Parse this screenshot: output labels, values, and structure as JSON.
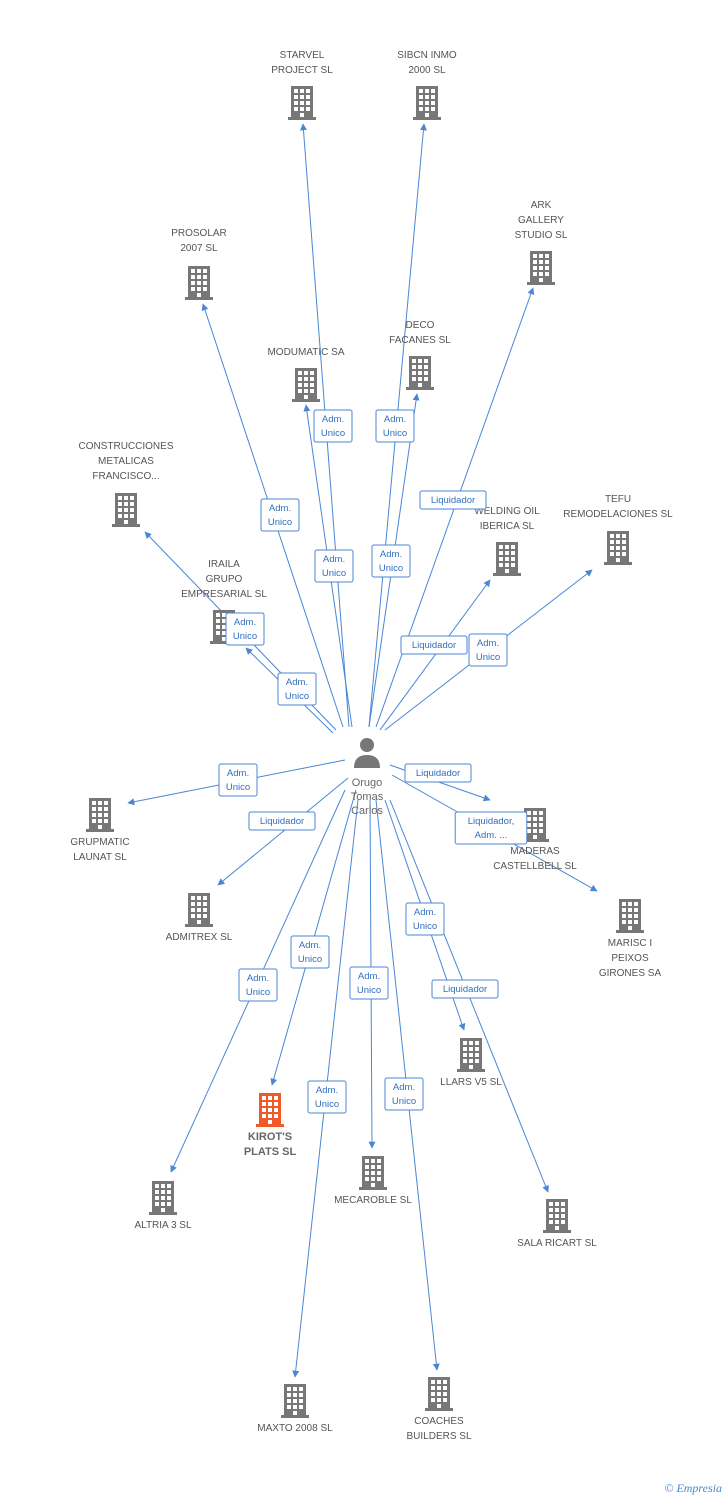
{
  "colors": {
    "edge": "#4a86d4",
    "building": "#777777",
    "building_highlight": "#f05a28",
    "person": "#777777"
  },
  "center": {
    "icon": "person-icon",
    "label_lines": [
      "Orugo",
      "Tomas",
      "Carlos"
    ]
  },
  "nodes": [
    {
      "id": "starvel",
      "label_lines": [
        "STARVEL",
        "PROJECT SL"
      ],
      "icon": "building-icon"
    },
    {
      "id": "sibcn",
      "label_lines": [
        "SIBCN INMO",
        "2000 SL"
      ],
      "icon": "building-icon"
    },
    {
      "id": "ark",
      "label_lines": [
        "ARK",
        "GALLERY",
        "STUDIO SL"
      ],
      "icon": "building-icon"
    },
    {
      "id": "prosolar",
      "label_lines": [
        "PROSOLAR",
        "2007 SL"
      ],
      "icon": "building-icon"
    },
    {
      "id": "modumatic",
      "label_lines": [
        "MODUMATIC SA"
      ],
      "icon": "building-icon"
    },
    {
      "id": "deco",
      "label_lines": [
        "DECO",
        "FACANES SL"
      ],
      "icon": "building-icon"
    },
    {
      "id": "construcciones",
      "label_lines": [
        "CONSTRUCCIONES",
        "METALICAS",
        "FRANCISCO..."
      ],
      "icon": "building-icon"
    },
    {
      "id": "welding",
      "label_lines": [
        "WELDING OIL",
        "IBERICA SL"
      ],
      "icon": "building-icon"
    },
    {
      "id": "tefu",
      "label_lines": [
        "TEFU",
        "REMODELACIONES SL"
      ],
      "icon": "building-icon"
    },
    {
      "id": "iraila",
      "label_lines": [
        "IRAILA",
        "GRUPO",
        "EMPRESARIAL SL"
      ],
      "icon": "building-icon"
    },
    {
      "id": "grupmatic",
      "label_lines": [
        "GRUPMATIC",
        "LAUNAT SL"
      ],
      "icon": "building-icon"
    },
    {
      "id": "maderas",
      "label_lines": [
        "MADERAS",
        "CASTELLBELL SL"
      ],
      "icon": "building-icon"
    },
    {
      "id": "marisc",
      "label_lines": [
        "MARISC I",
        "PEIXOS",
        "GIRONES SA"
      ],
      "icon": "building-icon"
    },
    {
      "id": "admitrex",
      "label_lines": [
        "ADMITREX SL"
      ],
      "icon": "building-icon"
    },
    {
      "id": "llars",
      "label_lines": [
        "LLARS V5 SL"
      ],
      "icon": "building-icon"
    },
    {
      "id": "kirots",
      "label_lines": [
        "KIROT'S",
        "PLATS SL"
      ],
      "icon": "building-icon",
      "highlight": true
    },
    {
      "id": "altria",
      "label_lines": [
        "ALTRIA 3 SL"
      ],
      "icon": "building-icon"
    },
    {
      "id": "mecaroble",
      "label_lines": [
        "MECAROBLE SL"
      ],
      "icon": "building-icon"
    },
    {
      "id": "sala",
      "label_lines": [
        "SALA RICART SL"
      ],
      "icon": "building-icon"
    },
    {
      "id": "maxto",
      "label_lines": [
        "MAXTO 2008 SL"
      ],
      "icon": "building-icon"
    },
    {
      "id": "coaches",
      "label_lines": [
        "COACHES",
        "BUILDERS SL"
      ],
      "icon": "building-icon"
    }
  ],
  "edges": [
    {
      "to": "starvel",
      "label_lines": [
        "Adm.",
        "Unico"
      ]
    },
    {
      "to": "sibcn",
      "label_lines": [
        "Adm.",
        "Unico"
      ]
    },
    {
      "to": "modumatic",
      "label_lines": [
        "Adm.",
        "Unico"
      ]
    },
    {
      "to": "deco",
      "label_lines": [
        "Adm.",
        "Unico"
      ]
    },
    {
      "to": "prosolar",
      "label_lines": [
        "Adm.",
        "Unico"
      ]
    },
    {
      "to": "ark",
      "label_lines": [
        "Liquidador"
      ]
    },
    {
      "to": "welding",
      "label_lines": [
        "Liquidador"
      ]
    },
    {
      "to": "tefu",
      "label_lines": [
        "Adm.",
        "Unico"
      ]
    },
    {
      "to": "construcciones",
      "label_lines": [
        "Adm.",
        "Unico"
      ]
    },
    {
      "to": "iraila",
      "label_lines": [
        "Adm.",
        "Unico"
      ]
    },
    {
      "to": "grupmatic",
      "label_lines": [
        "Adm.",
        "Unico"
      ]
    },
    {
      "to": "admitrex",
      "label_lines": [
        "Liquidador"
      ]
    },
    {
      "to": "maderas",
      "label_lines": [
        "Liquidador"
      ]
    },
    {
      "to": "marisc",
      "label_lines": [
        "Liquidador,",
        "Adm. ..."
      ]
    },
    {
      "to": "llars",
      "label_lines": [
        "Adm.",
        "Unico"
      ]
    },
    {
      "to": "sala",
      "label_lines": [
        "Liquidador"
      ]
    },
    {
      "to": "kirots",
      "label_lines": [
        "Adm.",
        "Unico"
      ]
    },
    {
      "to": "altria",
      "label_lines": [
        "Adm.",
        "Unico"
      ]
    },
    {
      "to": "mecaroble",
      "label_lines": [
        "Adm.",
        "Unico"
      ]
    },
    {
      "to": "maxto",
      "label_lines": [
        "Adm.",
        "Unico"
      ]
    },
    {
      "to": "coaches",
      "label_lines": [
        "Adm.",
        "Unico"
      ]
    }
  ],
  "watermark": {
    "symbol": "©",
    "brand": "Empresia"
  }
}
